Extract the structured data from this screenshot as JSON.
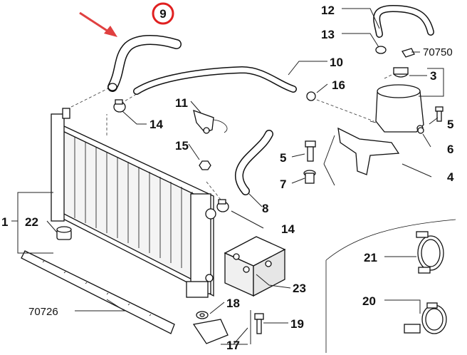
{
  "callouts": {
    "c1": "1",
    "c3": "3",
    "c4": "4",
    "c5a": "5",
    "c5b": "5",
    "c6": "6",
    "c7": "7",
    "c8": "8",
    "c9": "9",
    "c10": "10",
    "c11": "11",
    "c12": "12",
    "c13": "13",
    "c14a": "14",
    "c14b": "14",
    "c15": "15",
    "c16": "16",
    "c17": "17",
    "c18": "18",
    "c19": "19",
    "c20": "20",
    "c21": "21",
    "c22": "22",
    "c23": "23",
    "c70750": "70750",
    "c70726": "70726"
  },
  "highlight": {
    "color": "#e02020",
    "label_ref": "9"
  },
  "arrow_color": "#e04040"
}
